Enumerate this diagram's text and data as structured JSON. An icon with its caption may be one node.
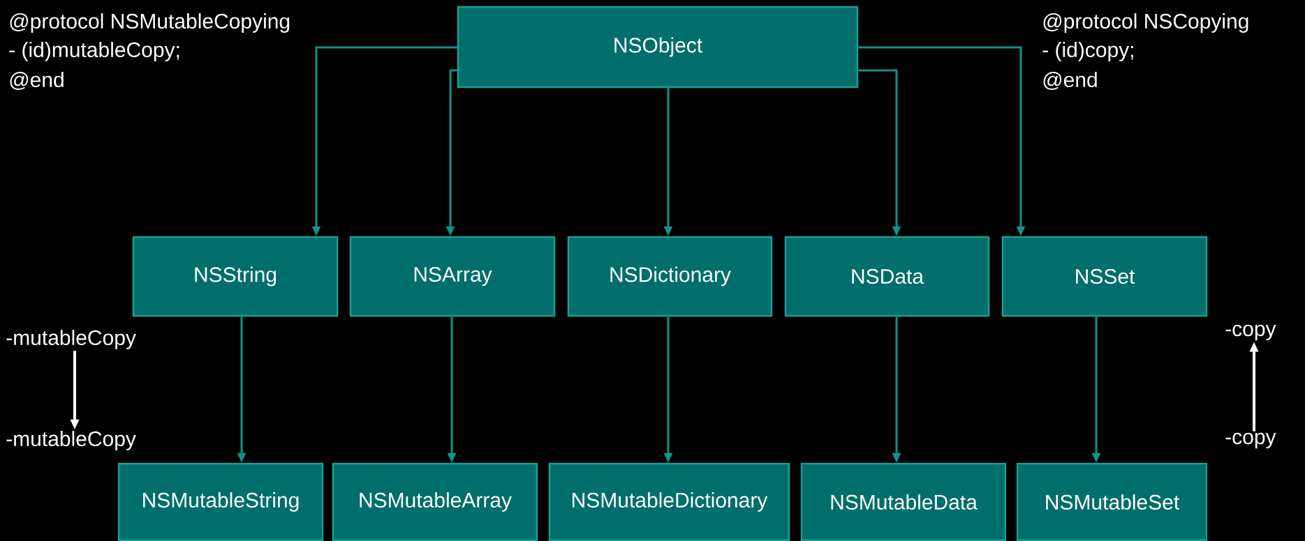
{
  "diagram": {
    "nodes": [
      {
        "text": [
          "NSObject"
        ]
      },
      {
        "text": [
          "NSString"
        ]
      },
      {
        "text": [
          "NSArray"
        ]
      },
      {
        "text": [
          "NSDictionary"
        ]
      },
      {
        "text": [
          "NSData"
        ]
      },
      {
        "text": [
          "NSSet"
        ]
      },
      {
        "text": [
          "NSMutableString"
        ]
      },
      {
        "text": [
          "NSMutableArray"
        ]
      },
      {
        "text": [
          "NSMutableDictionary"
        ]
      },
      {
        "text": [
          "NSMutableData"
        ]
      },
      {
        "text": [
          "NSMutableSet"
        ]
      },
      {
        "text": [
          "-mutableCopy"
        ]
      },
      {
        "text": [
          "-mutableCopy"
        ]
      },
      {
        "text": [
          "-copy"
        ]
      },
      {
        "text": [
          "-copy"
        ]
      }
    ],
    "edges": [
      {
        "from": 0,
        "to": 1,
        "arrow": "to"
      },
      {
        "from": 0,
        "to": 2,
        "arrow": "to"
      },
      {
        "from": 0,
        "to": 3,
        "arrow": "to"
      },
      {
        "from": 0,
        "to": 4,
        "arrow": "to"
      },
      {
        "from": 0,
        "to": 5,
        "arrow": "to"
      },
      {
        "from": 1,
        "to": 6,
        "arrow": "to"
      },
      {
        "from": 2,
        "to": 7,
        "arrow": "to"
      },
      {
        "from": 3,
        "to": 8,
        "arrow": "to"
      },
      {
        "from": 4,
        "to": 9,
        "arrow": "to"
      },
      {
        "from": 5,
        "to": 10,
        "arrow": "to"
      },
      {
        "from": 11,
        "to": 12,
        "arrow": "to",
        "color": "#ffffff"
      },
      {
        "from": 14,
        "to": 13,
        "arrow": "to",
        "color": "#ffffff"
      }
    ],
    "labels": [
      "@protocol NSMutableCopying",
      "- (id)mutableCopy;",
      "@end",
      "@protocol NSCopying",
      "- (id)copy;",
      "@end"
    ]
  }
}
